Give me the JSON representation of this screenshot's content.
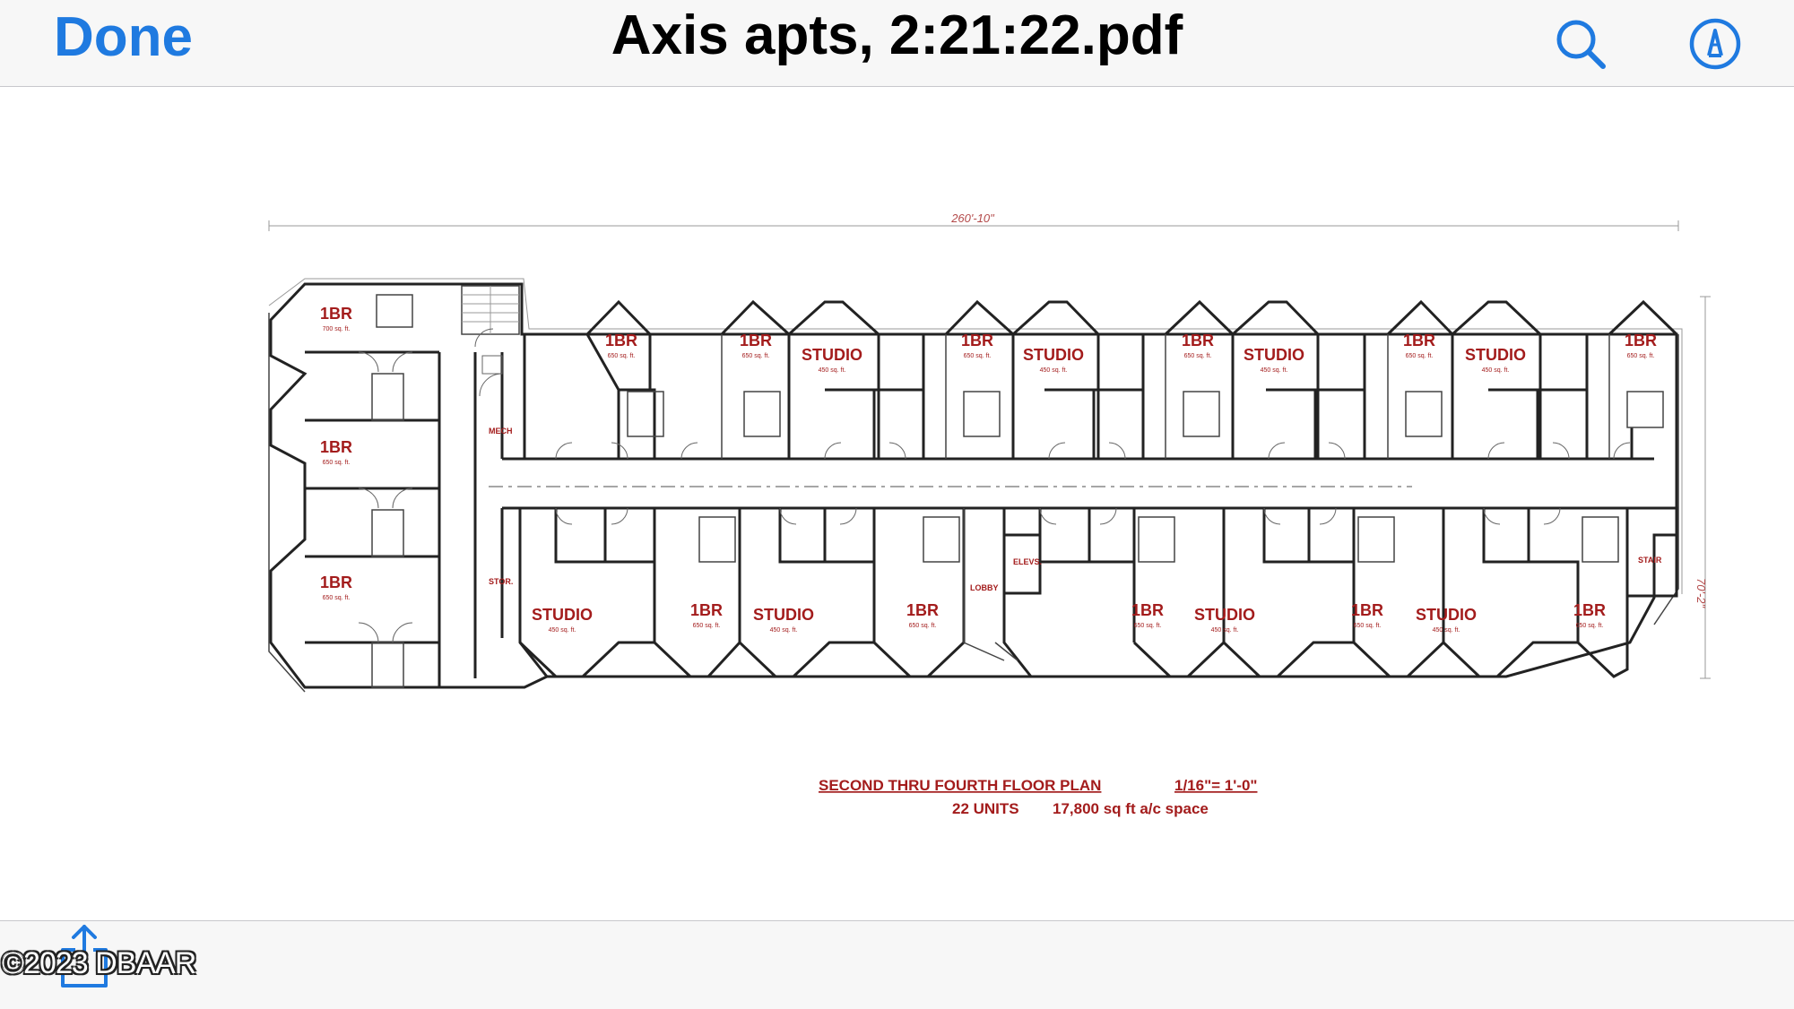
{
  "toolbar": {
    "done_label": "Done",
    "title": "Axis apts, 2:21:22.pdf",
    "accent_color": "#1f7ae0",
    "search_icon": "search-icon",
    "markup_icon": "markup-pen-icon"
  },
  "bottom_toolbar": {
    "share_icon": "share-icon"
  },
  "floor_plan": {
    "width_dimension": "260'-10\"",
    "height_dimension": "70'-2\"",
    "label_color": "#a31c1c",
    "caption_title": "SECOND THRU FOURTH FLOOR PLAN",
    "caption_scale": "1/16\"= 1'-0\"",
    "caption_units": "22 UNITS",
    "caption_area": "17,800 sq ft a/c space",
    "rooms": {
      "mech": "MECH",
      "stor": "STOR.",
      "lobby": "LOBBY",
      "elevs": "ELEVS.",
      "stair": "STAIR"
    },
    "west_units": [
      {
        "type": "1BR",
        "area": "700 sq. ft."
      },
      {
        "type": "1BR",
        "area": "650 sq. ft."
      },
      {
        "type": "1BR",
        "area": "650 sq. ft."
      }
    ],
    "north_units": [
      {
        "type": "1BR",
        "area": "650 sq. ft."
      },
      {
        "type": "1BR",
        "area": "650 sq. ft."
      },
      {
        "type": "STUDIO",
        "area": "450 sq. ft."
      },
      {
        "type": "1BR",
        "area": "650 sq. ft."
      },
      {
        "type": "STUDIO",
        "area": "450 sq. ft."
      },
      {
        "type": "1BR",
        "area": "650 sq. ft."
      },
      {
        "type": "STUDIO",
        "area": "450 sq. ft."
      },
      {
        "type": "1BR",
        "area": "650 sq. ft."
      },
      {
        "type": "STUDIO",
        "area": "450 sq. ft."
      },
      {
        "type": "1BR",
        "area": "650 sq. ft."
      }
    ],
    "south_units": [
      {
        "type": "STUDIO",
        "area": "450 sq. ft."
      },
      {
        "type": "1BR",
        "area": "650 sq. ft."
      },
      {
        "type": "STUDIO",
        "area": "450 sq. ft."
      },
      {
        "type": "1BR",
        "area": "650 sq. ft."
      },
      {
        "type": "1BR",
        "area": "650 sq. ft."
      },
      {
        "type": "STUDIO",
        "area": "450 sq. ft."
      },
      {
        "type": "1BR",
        "area": "650 sq. ft."
      },
      {
        "type": "STUDIO",
        "area": "450 sq. ft."
      },
      {
        "type": "1BR",
        "area": "650 sq. ft."
      }
    ]
  },
  "watermark": "©2023 DBAAR"
}
